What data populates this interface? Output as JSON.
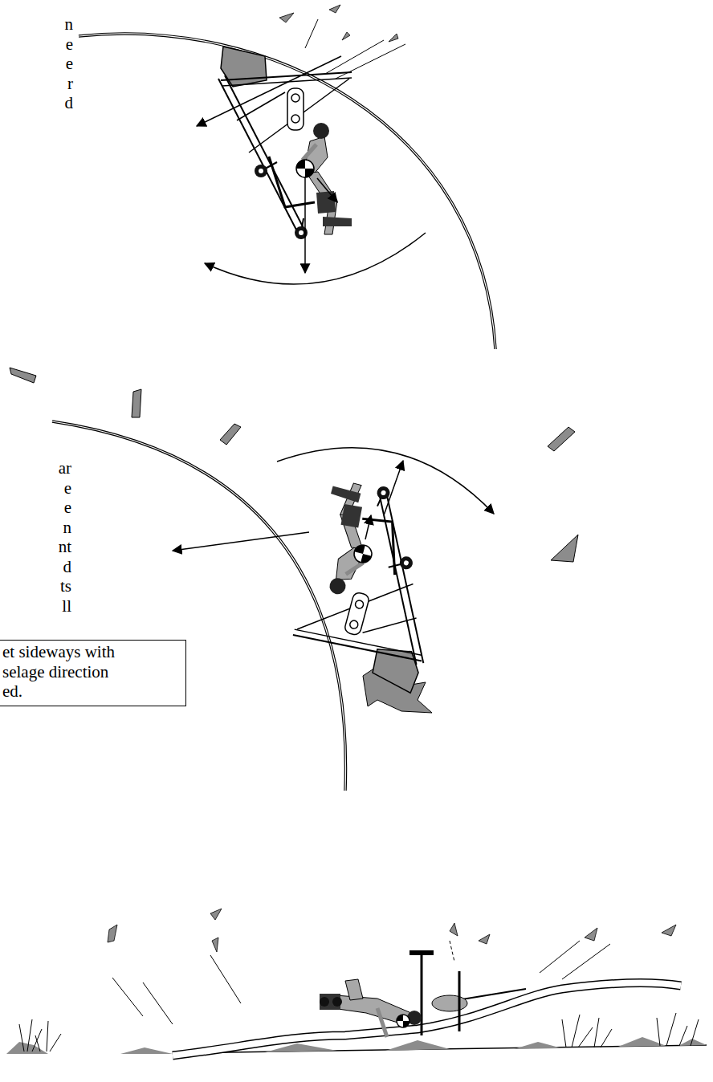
{
  "diagram": {
    "nodes": [
      {
        "text": [
          "et sideways with selage direction ed."
        ]
      }
    ],
    "labels": [
      "n e e r d",
      "ar e e n nt d ts ll"
    ]
  }
}
